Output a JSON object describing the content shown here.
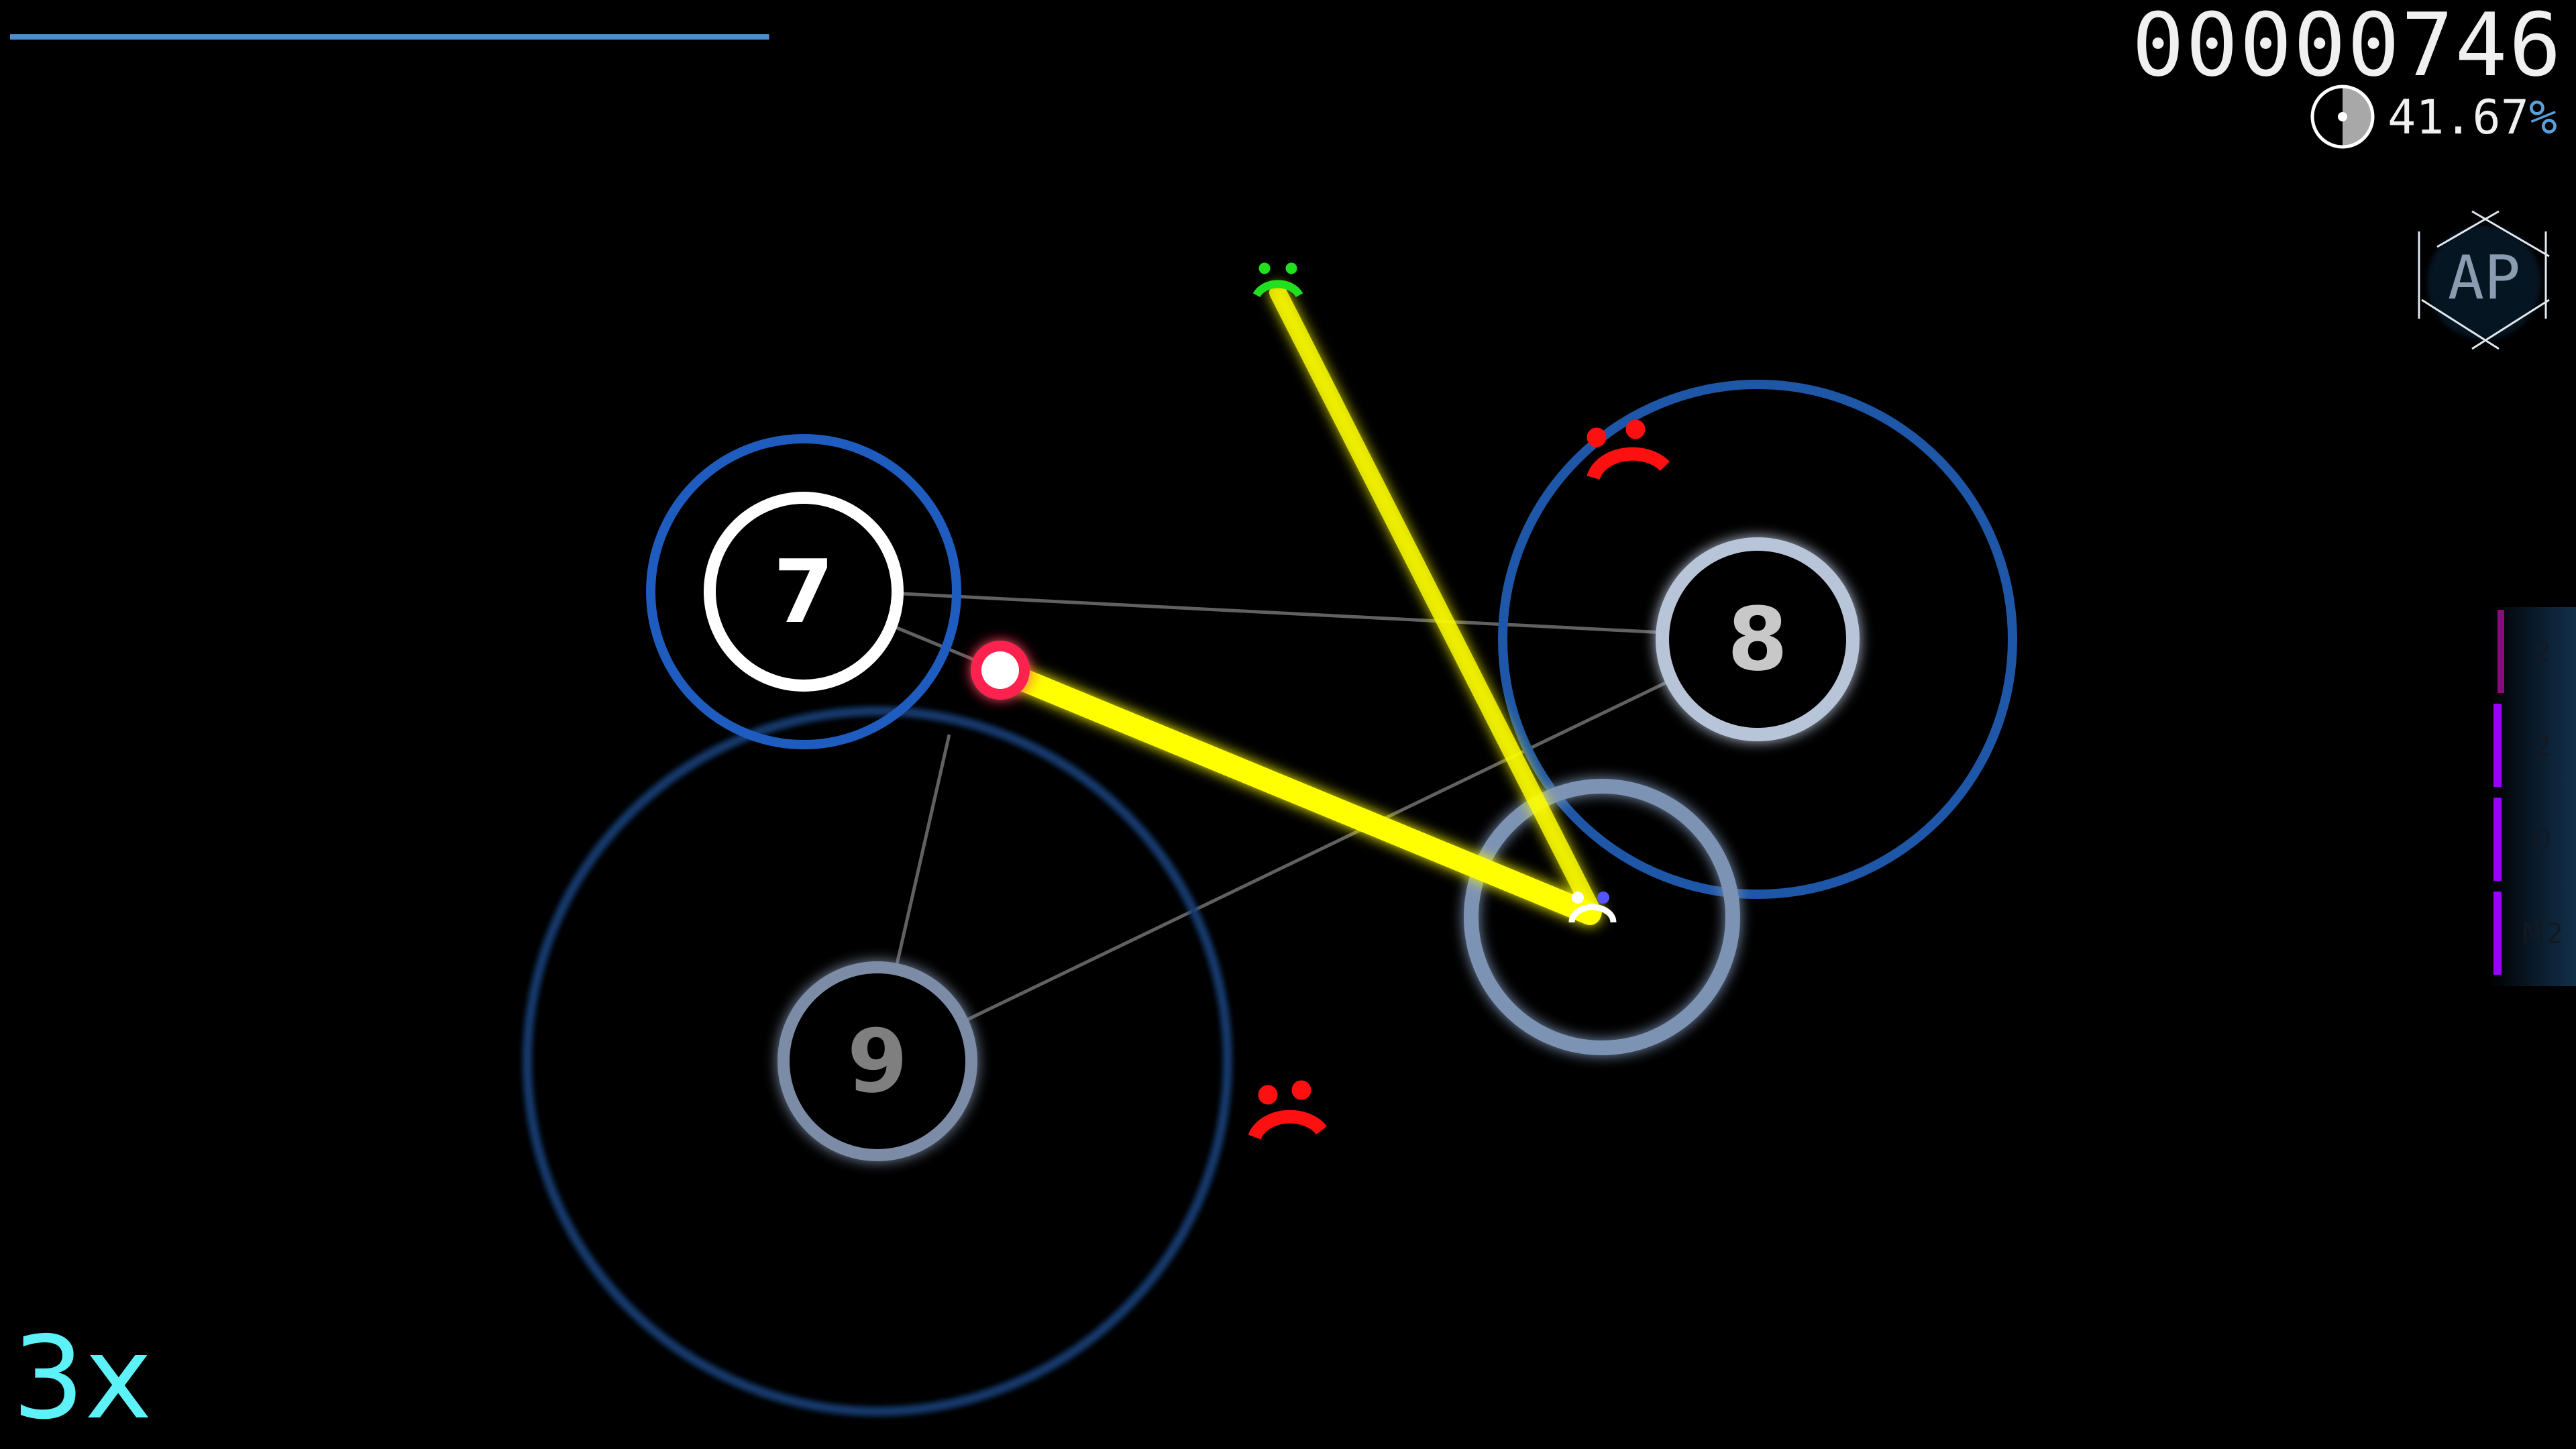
{
  "hud": {
    "score": "00000746",
    "accuracy_value": "41.67",
    "accuracy_unit": "%",
    "combo_value": "3",
    "combo_suffix": "x",
    "song_progress": 0.297,
    "mod_badge": "AP"
  },
  "key_overlay": [
    {
      "label": "2",
      "color": "#8b0a7e"
    },
    {
      "label": "2",
      "color": "#9b00ff"
    },
    {
      "label": "0",
      "color": "#9b00ff"
    },
    {
      "label": "M2",
      "color": "#9b00ff"
    }
  ],
  "hit_objects": [
    {
      "number": "7"
    },
    {
      "number": "8"
    },
    {
      "number": "9"
    }
  ],
  "colors": {
    "accent": "#4a90d0",
    "slider": "#ffff00",
    "miss": "#ff1010",
    "cursor": "#ff2050"
  }
}
